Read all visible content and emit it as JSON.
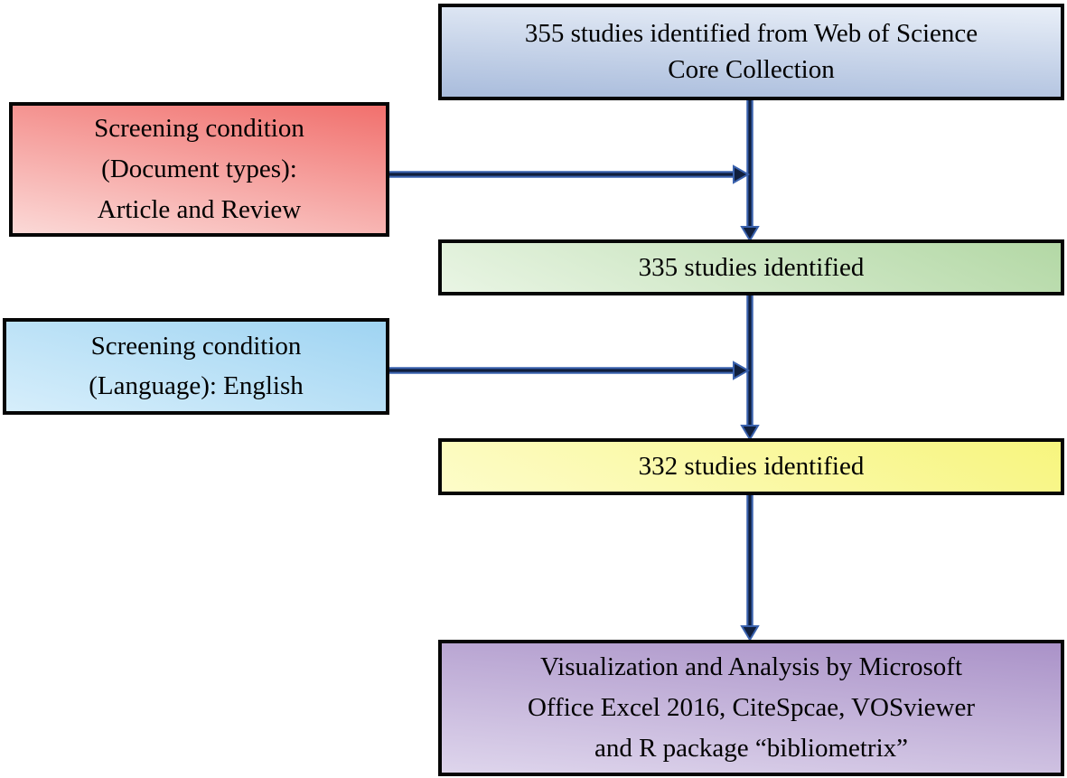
{
  "figure": {
    "type": "flowchart",
    "boxes": {
      "source": {
        "text": "355 studies identified from Web of Science\nCore Collection",
        "gradient": {
          "dir": "182deg",
          "from": "#e9eff8",
          "to": "#a9bcdc"
        }
      },
      "screen_document": {
        "text": "Screening condition\n(Document types):\nArticle and Review",
        "gradient": {
          "dir": "190deg",
          "from": "#f1706d",
          "to": "#fbd9d7"
        }
      },
      "result_335": {
        "text": "335 studies identified",
        "gradient": {
          "dir": "205deg",
          "from": "#b3d8a5",
          "to": "#e9f5e4"
        }
      },
      "screen_language": {
        "text": "Screening condition\n(Language): English",
        "gradient": {
          "dir": "195deg",
          "from": "#9fd4f2",
          "to": "#d6eefb"
        }
      },
      "result_332": {
        "text": "332 studies identified",
        "gradient": {
          "dir": "205deg",
          "from": "#f7f57e",
          "to": "#fdfcc9"
        }
      },
      "analysis": {
        "text": "Visualization and Analysis by Microsoft\nOffice Excel 2016, CiteSpcae, VOSviewer\nand R package “bibliometrix”",
        "gradient": {
          "dir": "185deg",
          "from": "#aa92c8",
          "to": "#ded5ec"
        }
      }
    },
    "arrows": {
      "source_to_335": {
        "from": "source",
        "to": "result_335"
      },
      "r335_to_332": {
        "from": "result_335",
        "to": "result_332"
      },
      "r332_to_analysis": {
        "from": "result_332",
        "to": "analysis"
      },
      "doctype_join": {
        "from": "screen_document",
        "to": "source_to_335"
      },
      "language_join": {
        "from": "screen_language",
        "to": "r335_to_332"
      }
    }
  },
  "colors": {
    "arrow_core": "#101f3d",
    "arrow_outline": "#3a62ae",
    "box_border": "#060606",
    "background": "#ffffff",
    "text": "#000000"
  }
}
